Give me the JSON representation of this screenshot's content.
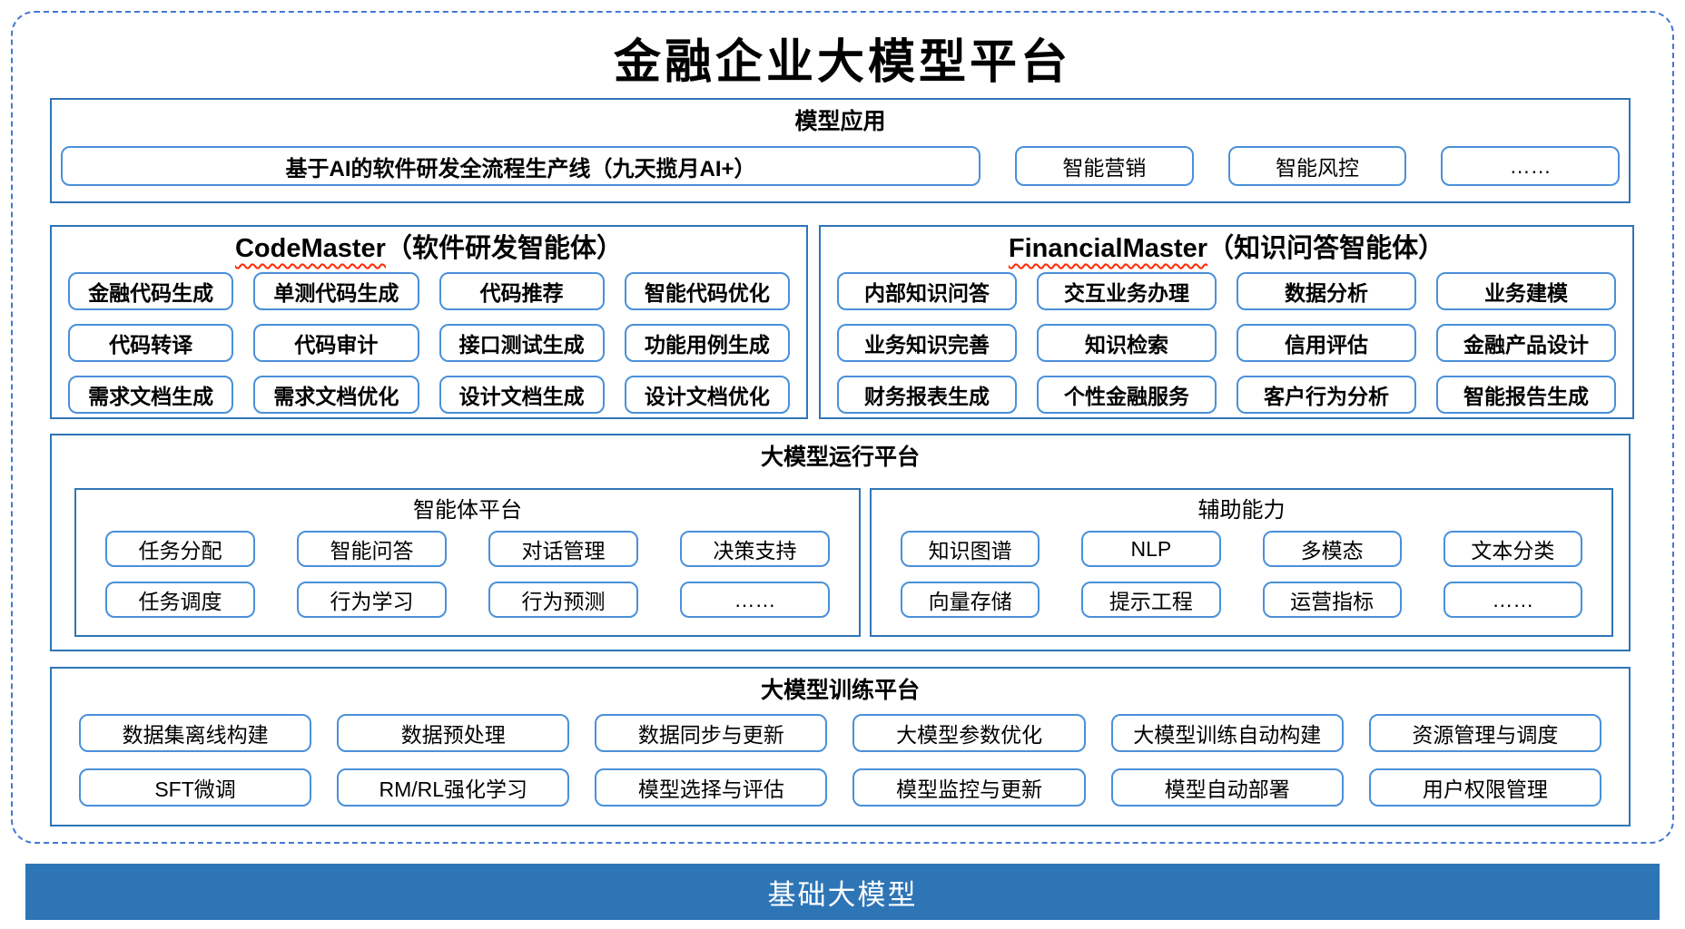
{
  "title": "金融企业大模型平台",
  "colors": {
    "section_border": "#2e75b6",
    "item_border": "#4a90d9",
    "outer_dashed_border": "#4477d4",
    "squiggle_red": "#ff2a00",
    "foundation_bar_bg": "#2e75b6",
    "foundation_bar_text": "#ffffff"
  },
  "model_application": {
    "header": "模型应用",
    "main_item": "基于AI的软件研发全流程生产线（九天揽月AI+）",
    "items": [
      "智能营销",
      "智能风控",
      "……"
    ]
  },
  "code_master": {
    "title_en": "CodeMaster",
    "title_zh": "（软件研发智能体）",
    "items": [
      "金融代码生成",
      "单测代码生成",
      "代码推荐",
      "智能代码优化",
      "代码转译",
      "代码审计",
      "接口测试生成",
      "功能用例生成",
      "需求文档生成",
      "需求文档优化",
      "设计文档生成",
      "设计文档优化"
    ]
  },
  "financial_master": {
    "title_en": "FinancialMaster",
    "title_zh": "（知识问答智能体）",
    "items": [
      "内部知识问答",
      "交互业务办理",
      "数据分析",
      "业务建模",
      "业务知识完善",
      "知识检索",
      "信用评估",
      "金融产品设计",
      "财务报表生成",
      "个性金融服务",
      "客户行为分析",
      "智能报告生成"
    ]
  },
  "runtime_platform": {
    "header": "大模型运行平台",
    "agent_platform": {
      "title": "智能体平台",
      "items": [
        "任务分配",
        "智能问答",
        "对话管理",
        "决策支持",
        "任务调度",
        "行为学习",
        "行为预测",
        "……"
      ]
    },
    "aux_capability": {
      "title": "辅助能力",
      "items": [
        "知识图谱",
        "NLP",
        "多模态",
        "文本分类",
        "向量存储",
        "提示工程",
        "运营指标",
        "……"
      ]
    }
  },
  "training_platform": {
    "header": "大模型训练平台",
    "items": [
      "数据集离线构建",
      "数据预处理",
      "数据同步与更新",
      "大模型参数优化",
      "大模型训练自动构建",
      "资源管理与调度",
      "SFT微调",
      "RM/RL强化学习",
      "模型选择与评估",
      "模型监控与更新",
      "模型自动部署",
      "用户权限管理"
    ]
  },
  "foundation": {
    "label": "基础大模型"
  }
}
